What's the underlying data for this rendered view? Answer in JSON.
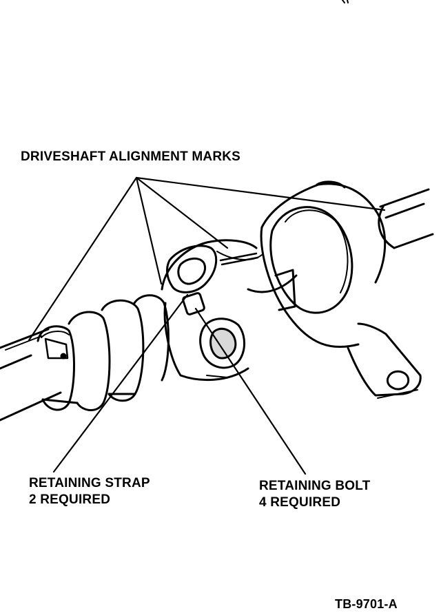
{
  "labels": {
    "alignment_marks": "DRIVESHAFT ALIGNMENT MARKS",
    "retaining_strap": "RETAINING STRAP",
    "retaining_strap_qty": "2 REQUIRED",
    "retaining_bolt": "RETAINING BOLT",
    "retaining_bolt_qty": "4 REQUIRED",
    "figure_id": "TB-9701-A"
  },
  "colors": {
    "ink": "#000000",
    "paper": "#ffffff"
  }
}
